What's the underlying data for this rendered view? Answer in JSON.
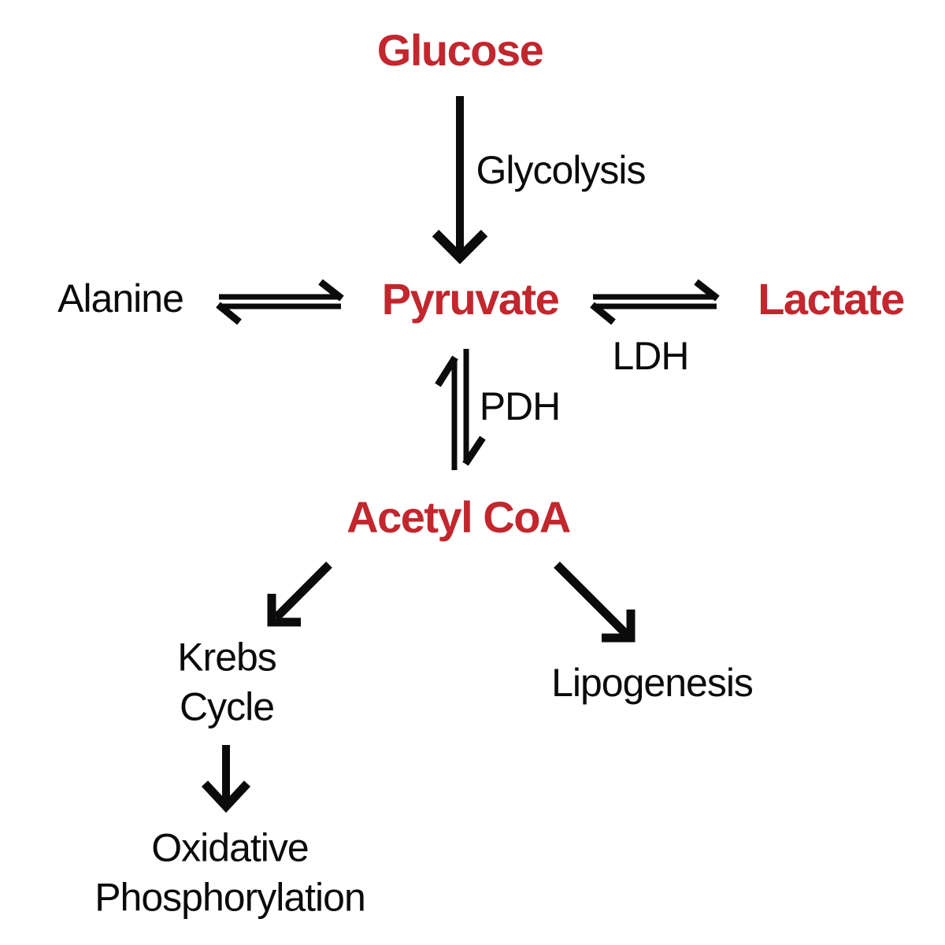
{
  "colors": {
    "metabolite_red": "#C1272D",
    "ink_black": "#0B0B0B",
    "background_white": "#FFFFFF"
  },
  "nodes": {
    "glucose": "Glucose",
    "alanine": "Alanine",
    "pyruvate": "Pyruvate",
    "lactate": "Lactate",
    "acetyl_coa": "Acetyl CoA",
    "krebs_cycle": "Krebs\nCycle",
    "lipogenesis": "Lipogenesis",
    "oxidative_phosphorylation": "Oxidative\nPhosphorylation"
  },
  "labels": {
    "glycolysis": "Glycolysis",
    "ldh": "LDH",
    "pdh": "PDH"
  },
  "arrows": [
    {
      "name": "glucose-to-pyruvate",
      "type": "single",
      "direction": "down",
      "label": "Glycolysis"
    },
    {
      "name": "alanine-pyruvate",
      "type": "equilibrium",
      "direction": "horizontal",
      "label": ""
    },
    {
      "name": "pyruvate-lactate",
      "type": "equilibrium",
      "direction": "horizontal",
      "label": "LDH"
    },
    {
      "name": "pyruvate-acetylcoa",
      "type": "equilibrium",
      "direction": "vertical",
      "label": "PDH"
    },
    {
      "name": "acetylcoa-to-krebs",
      "type": "single",
      "direction": "down-left",
      "label": ""
    },
    {
      "name": "acetylcoa-to-lipogenesis",
      "type": "single",
      "direction": "down-right",
      "label": ""
    },
    {
      "name": "krebs-to-oxphos",
      "type": "single",
      "direction": "down",
      "label": ""
    }
  ]
}
